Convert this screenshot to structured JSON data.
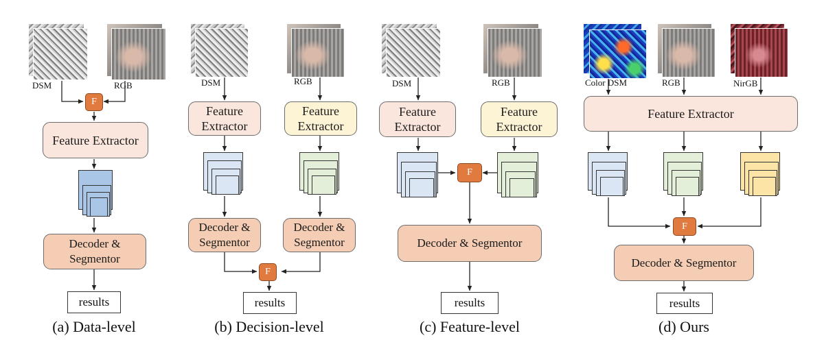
{
  "colors": {
    "fusion": "#e07a3e",
    "feature_peach": "#fae6dd",
    "feature_yellow": "#fdf4d6",
    "decoder": "#f4cdb4",
    "stack_blue": "#a9c6e6",
    "stack_light_blue": "#dbe6f4",
    "stack_green": "#e4efd9",
    "stack_yellow": "#fbe4a6"
  },
  "fusion_label": "F",
  "panels": [
    {
      "caption": "(a) Data-level",
      "inputs": [
        "DSM",
        "RGB"
      ],
      "feature_extractor": "Feature Extractor",
      "decoder": [
        "Decoder &",
        "Segmentor"
      ],
      "results": "results"
    },
    {
      "caption": "(b) Decision-level",
      "inputs": [
        "DSM",
        "RGB"
      ],
      "feature_extractor_1": [
        "Feature",
        "Extractor"
      ],
      "feature_extractor_2": [
        "Feature",
        "Extractor"
      ],
      "decoder_1": [
        "Decoder &",
        "Segmentor"
      ],
      "decoder_2": [
        "Decoder &",
        "Segmentor"
      ],
      "results": "results"
    },
    {
      "caption": "(c) Feature-level",
      "inputs": [
        "DSM",
        "RGB"
      ],
      "feature_extractor_1": [
        "Feature",
        "Extractor"
      ],
      "feature_extractor_2": [
        "Feature",
        "Extractor"
      ],
      "decoder": "Decoder & Segmentor",
      "results": "results"
    },
    {
      "caption": "(d) Ours",
      "inputs": [
        "Color DSM",
        "RGB",
        "NirGB"
      ],
      "feature_extractor": "Feature Extractor",
      "decoder": "Decoder & Segmentor",
      "results": "results"
    }
  ]
}
